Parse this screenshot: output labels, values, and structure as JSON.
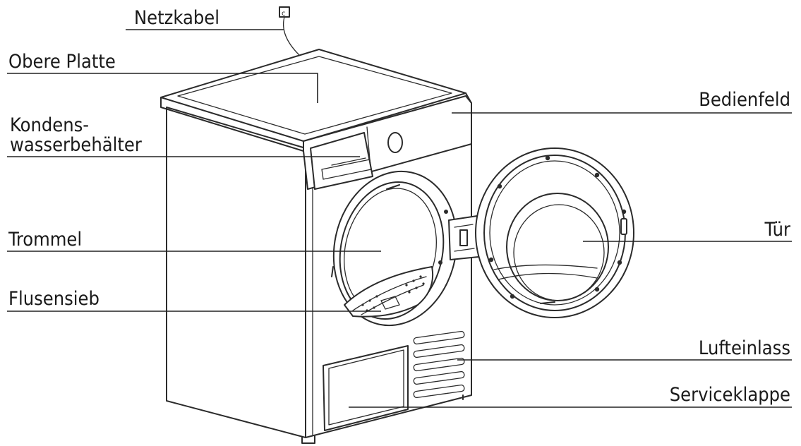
{
  "labels": {
    "power_cord": "Netzkabel",
    "top_panel": "Obere Platte",
    "condensate_line1": "Kondens-",
    "condensate_line2": "wasserbehälter",
    "drum": "Trommel",
    "lint_filter": "Flusensieb",
    "control_panel": "Bedienfeld",
    "door": "Tür",
    "air_inlet": "Lufteinlass",
    "service_flap": "Serviceklappe"
  }
}
